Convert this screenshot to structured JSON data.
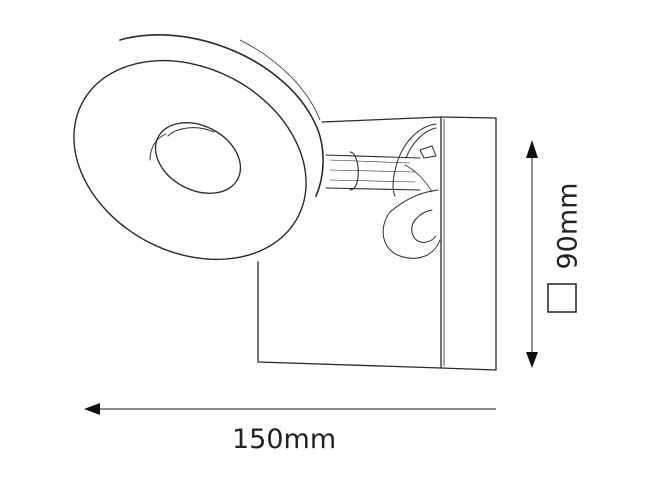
{
  "drawing": {
    "subject": "wall-lamp",
    "description": "Line drawing of a wall light with a ring-shaped head on an arm attached to a square base plate"
  },
  "dimensions": {
    "width": {
      "value": "150mm",
      "direction": "horizontal"
    },
    "height": {
      "value": "90mm",
      "direction": "vertical",
      "prefix_symbol": "square",
      "prefix_glyph": "□"
    }
  },
  "colors": {
    "line": "#222222",
    "background": "#ffffff"
  }
}
